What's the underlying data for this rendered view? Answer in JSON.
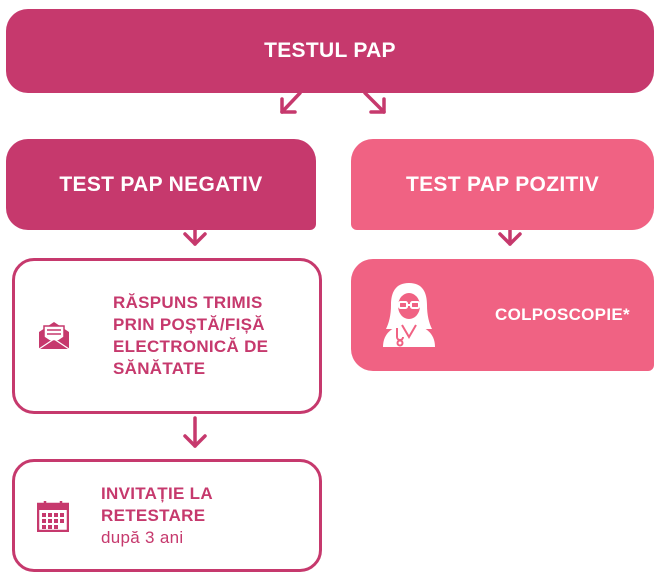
{
  "top": {
    "title": "TESTUL PAP"
  },
  "negative": {
    "title": "TEST PAP NEGATIV"
  },
  "positive": {
    "title": "TEST PAP POZITIV"
  },
  "response": {
    "lines": [
      "RĂSPUNS TRIMIS",
      "PRIN POȘTĂ/FIȘĂ",
      "ELECTRONICĂ DE",
      "SĂNĂTATE"
    ],
    "icon": "envelope-icon"
  },
  "colposcopy": {
    "title": "COLPOSCOPIE*",
    "icon": "doctor-icon"
  },
  "invite": {
    "lines": [
      "INVITAȚIE LA",
      "RETESTARE"
    ],
    "note": "după 3 ani",
    "icon": "calendar-icon"
  },
  "colors": {
    "dark_pink": "#c6396d",
    "light_pink": "#f06283"
  }
}
